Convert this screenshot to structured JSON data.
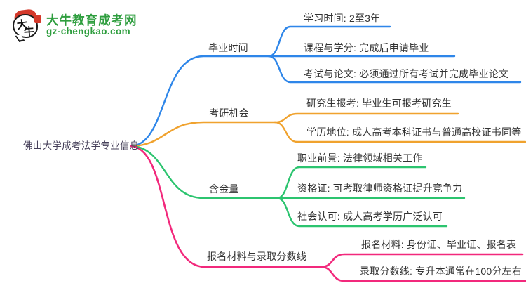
{
  "logo": {
    "brand": "大牛教育成考网",
    "domain": "gz-chengkao.com",
    "mark_char_1": "大",
    "mark_char_2": "牛",
    "brand_color": "#2f9e3f",
    "seal_color": "#d4382a"
  },
  "mindmap": {
    "root": {
      "label": "佛山大学成考法学专业信息",
      "color": "#46405a"
    },
    "branches": [
      {
        "label": "毕业时间",
        "color": "#2e86e9",
        "children": [
          "学习时间: 2至3年",
          "课程与学分: 完成后申请毕业",
          "考试与论文: 必须通过所有考试并完成毕业论文"
        ]
      },
      {
        "label": "考研机会",
        "color": "#f0a22e",
        "children": [
          "研究生报考: 毕业生可报考研究生",
          "学历地位: 成人高考本科证书与普通高校证书同等"
        ]
      },
      {
        "label": "含金量",
        "color": "#2cc46f",
        "children": [
          "职业前景: 法律领域相关工作",
          "资格证: 可考取律师资格证提升竞争力",
          "社会认可: 成人高考学历广泛认可"
        ]
      },
      {
        "label": "报名材料与录取分数线",
        "color": "#f2297c",
        "children": [
          "报名材料: 身份证、毕业证、报名表",
          "录取分数线: 专升本通常在100分左右"
        ]
      }
    ]
  }
}
